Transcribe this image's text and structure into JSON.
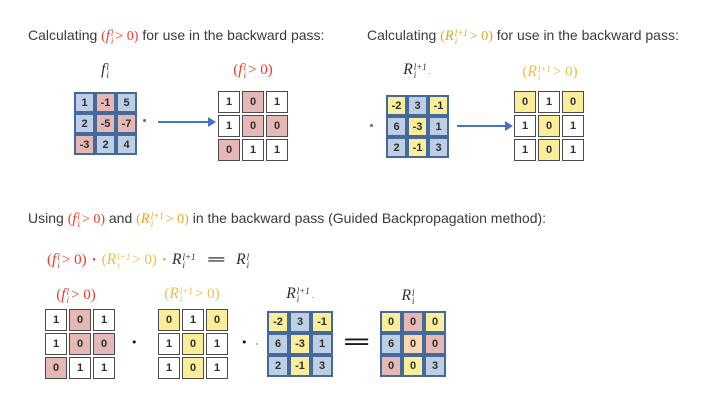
{
  "colors": {
    "red": "#ee3a2c",
    "gold": "#d9a62b",
    "goldLight": "#e8c14a",
    "text": "#3a3a3a",
    "blueBorder": "#46699c",
    "blueFill": "#bdcfe5",
    "pinkFill": "#e5b8b6",
    "yellowFill": "#fbee9b",
    "orangeFill": "#fad6b3",
    "arrow": "#4472c4",
    "maskBorder": "#4b4b4b"
  },
  "titles": {
    "left": {
      "prefix": "Calculating ",
      "suffix": " for use in the backward pass:"
    },
    "right": {
      "prefix": "Calculating ",
      "suffix": " for use in the backward pass:"
    }
  },
  "using": {
    "prefix": "Using ",
    "mid": " and ",
    "suffix": " in the backward pass (Guided Backpropagation method):"
  },
  "labels": {
    "f": {
      "sym": "f",
      "sup": "l",
      "sub": "i"
    },
    "f_gt": {
      "open": "(",
      "sym": "f",
      "sup": "l",
      "sub": "i",
      "cmp": "> 0)"
    },
    "R1": {
      "sym": "R",
      "sup": "l+1",
      "sub": "i",
      "tail": "."
    },
    "R1_gt": {
      "open": "(",
      "sym": "R",
      "sup": "l+1",
      "sub": "i",
      "cmp": "> 0)"
    },
    "R": {
      "sym": "R",
      "sup": "l",
      "sub": "i"
    }
  },
  "operators": {
    "cdot": "·",
    "bullet": "•",
    "equals": "="
  },
  "matrices": {
    "f": {
      "style": "m-blue",
      "cells": [
        {
          "v": "1",
          "c": "b"
        },
        {
          "v": "-1",
          "c": "p"
        },
        {
          "v": "5",
          "c": "b"
        },
        {
          "v": "2",
          "c": "b"
        },
        {
          "v": "-5",
          "c": "p"
        },
        {
          "v": "-7",
          "c": "p"
        },
        {
          "v": "-3",
          "c": "p"
        },
        {
          "v": "2",
          "c": "b"
        },
        {
          "v": "4",
          "c": "b"
        }
      ]
    },
    "f_mask": {
      "style": "m-dark",
      "cells": [
        {
          "v": "1",
          "c": "w"
        },
        {
          "v": "0",
          "c": "p"
        },
        {
          "v": "1",
          "c": "w"
        },
        {
          "v": "1",
          "c": "w"
        },
        {
          "v": "0",
          "c": "p"
        },
        {
          "v": "0",
          "c": "p"
        },
        {
          "v": "0",
          "c": "p"
        },
        {
          "v": "1",
          "c": "w"
        },
        {
          "v": "1",
          "c": "w"
        }
      ]
    },
    "R1": {
      "style": "m-blue",
      "cells": [
        {
          "v": "-2",
          "c": "y"
        },
        {
          "v": "3",
          "c": "b"
        },
        {
          "v": "-1",
          "c": "y"
        },
        {
          "v": "6",
          "c": "b"
        },
        {
          "v": "-3",
          "c": "y"
        },
        {
          "v": "1",
          "c": "b"
        },
        {
          "v": "2",
          "c": "b"
        },
        {
          "v": "-1",
          "c": "y"
        },
        {
          "v": "3",
          "c": "b"
        }
      ]
    },
    "R1_mask": {
      "style": "m-dark",
      "cells": [
        {
          "v": "0",
          "c": "y"
        },
        {
          "v": "1",
          "c": "w"
        },
        {
          "v": "0",
          "c": "y"
        },
        {
          "v": "1",
          "c": "w"
        },
        {
          "v": "0",
          "c": "y"
        },
        {
          "v": "1",
          "c": "w"
        },
        {
          "v": "1",
          "c": "w"
        },
        {
          "v": "0",
          "c": "y"
        },
        {
          "v": "1",
          "c": "w"
        }
      ]
    },
    "R_out": {
      "style": "m-blue",
      "cells": [
        {
          "v": "0",
          "c": "y"
        },
        {
          "v": "0",
          "c": "p"
        },
        {
          "v": "0",
          "c": "y"
        },
        {
          "v": "6",
          "c": "b"
        },
        {
          "v": "0",
          "c": "o"
        },
        {
          "v": "0",
          "c": "p"
        },
        {
          "v": "0",
          "c": "p"
        },
        {
          "v": "0",
          "c": "y"
        },
        {
          "v": "3",
          "c": "b"
        }
      ]
    }
  }
}
